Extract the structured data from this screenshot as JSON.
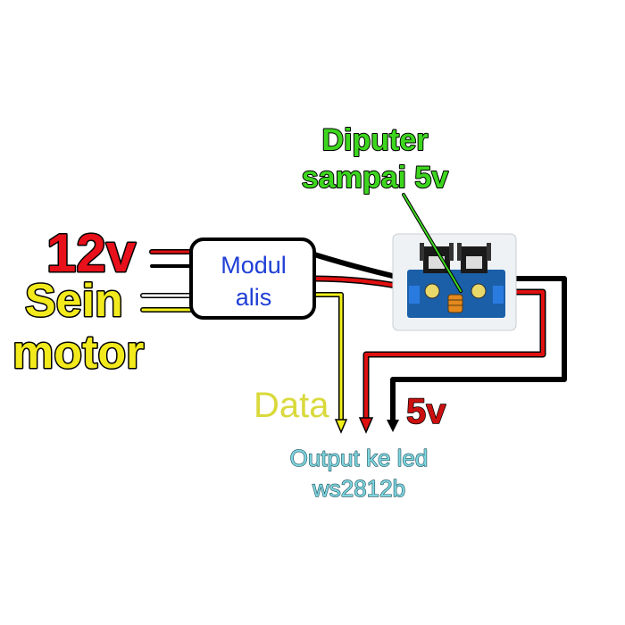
{
  "labels": {
    "voltage_in": "12v",
    "sein": "Sein",
    "motor": "motor",
    "module_line1": "Modul",
    "module_line2": "alis",
    "adjust_line1": "Diputer",
    "adjust_line2": "sampai 5v",
    "data": "Data",
    "voltage_out": "5v",
    "output_line1": "Output ke led",
    "output_line2": "ws2812b"
  },
  "colors": {
    "voltage_in": "#e8101a",
    "sein_motor": "#f2ea1c",
    "module_text": "#1f3fd6",
    "adjust_text": "#3dd61e",
    "data_text": "#d9d93c",
    "voltage_out": "#cc1010",
    "output_text": "#7ed6e0",
    "wire_red": "#e01010",
    "wire_black": "#000000",
    "wire_yellow": "#f2f21a",
    "wire_white": "#ffffff",
    "pcb_blue": "#1b5fa8"
  },
  "icons": {
    "buck_module": "dc-dc-buck-converter-board"
  }
}
